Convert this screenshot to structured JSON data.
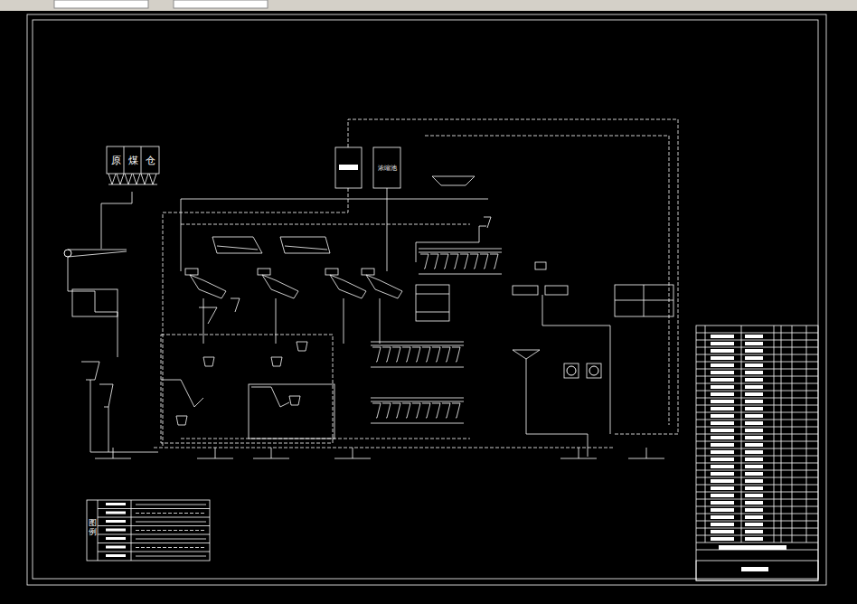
{
  "diagram": {
    "nodes": [
      {
        "text": [
          "原煤仓"
        ]
      },
      {
        "text": [
          "浓缩池"
        ]
      }
    ],
    "labels": [
      "图例"
    ]
  }
}
